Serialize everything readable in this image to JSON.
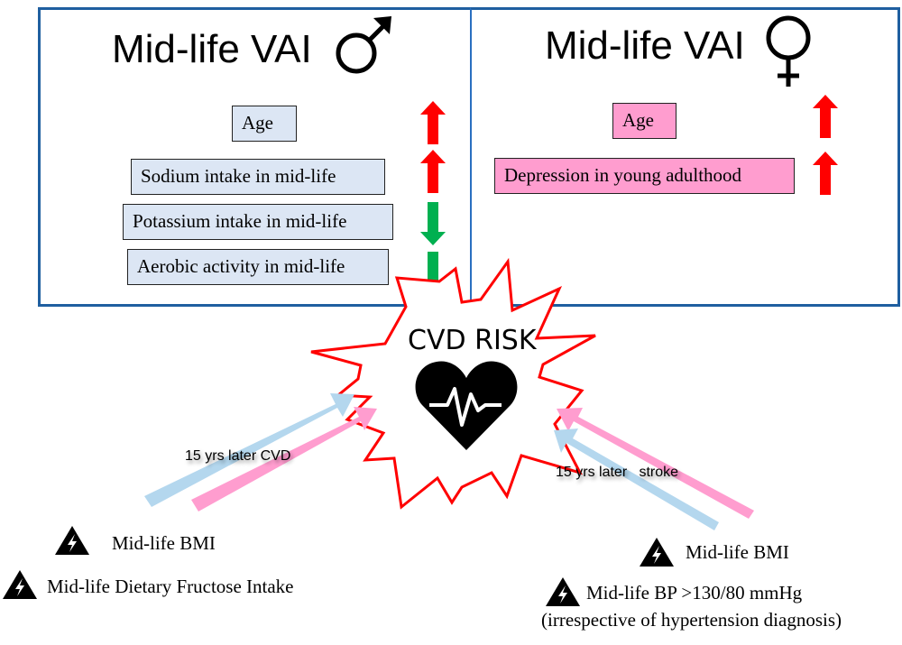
{
  "male_panel": {
    "title": "Mid-life VAI",
    "symbol": "male-symbol",
    "factors": [
      {
        "label": "Age",
        "direction": "up",
        "color": "#ff0000"
      },
      {
        "label": "Sodium intake in mid-life",
        "direction": "up",
        "color": "#ff0000"
      },
      {
        "label": "Potassium intake in mid-life",
        "direction": "down",
        "color": "#00b050"
      },
      {
        "label": "Aerobic activity in mid-life",
        "direction": "down",
        "color": "#00b050"
      }
    ]
  },
  "female_panel": {
    "title": "Mid-life VAI",
    "symbol": "female-symbol",
    "factors": [
      {
        "label": "Age",
        "direction": "up",
        "color": "#ff0000"
      },
      {
        "label": "Depression in young adulthood",
        "direction": "up",
        "color": "#ff0000"
      }
    ]
  },
  "center": {
    "title": "CVD RISK",
    "icon": "heart-ecg-icon",
    "burst_color": "#ff0000"
  },
  "left_path": {
    "label": "15 yrs later CVD",
    "arrow_colors": {
      "male": "#b4d7ee",
      "female": "#ff9dcf"
    },
    "factors": [
      "Mid-life BMI",
      "Mid-life Dietary Fructose Intake"
    ]
  },
  "right_path": {
    "label": "15 yrs later   stroke",
    "arrow_colors": {
      "male": "#b4d7ee",
      "female": "#ff9dcf"
    },
    "factors": [
      "Mid-life BMI",
      "Mid-life BP >130/80 mmHg",
      "(irrespective of hypertension diagnosis)"
    ]
  },
  "colors": {
    "panel_border": "#1f5fa0",
    "male_box": "#dce6f4",
    "female_box": "#ff9dcf",
    "up_arrow": "#ff0000",
    "down_arrow": "#00b050"
  }
}
